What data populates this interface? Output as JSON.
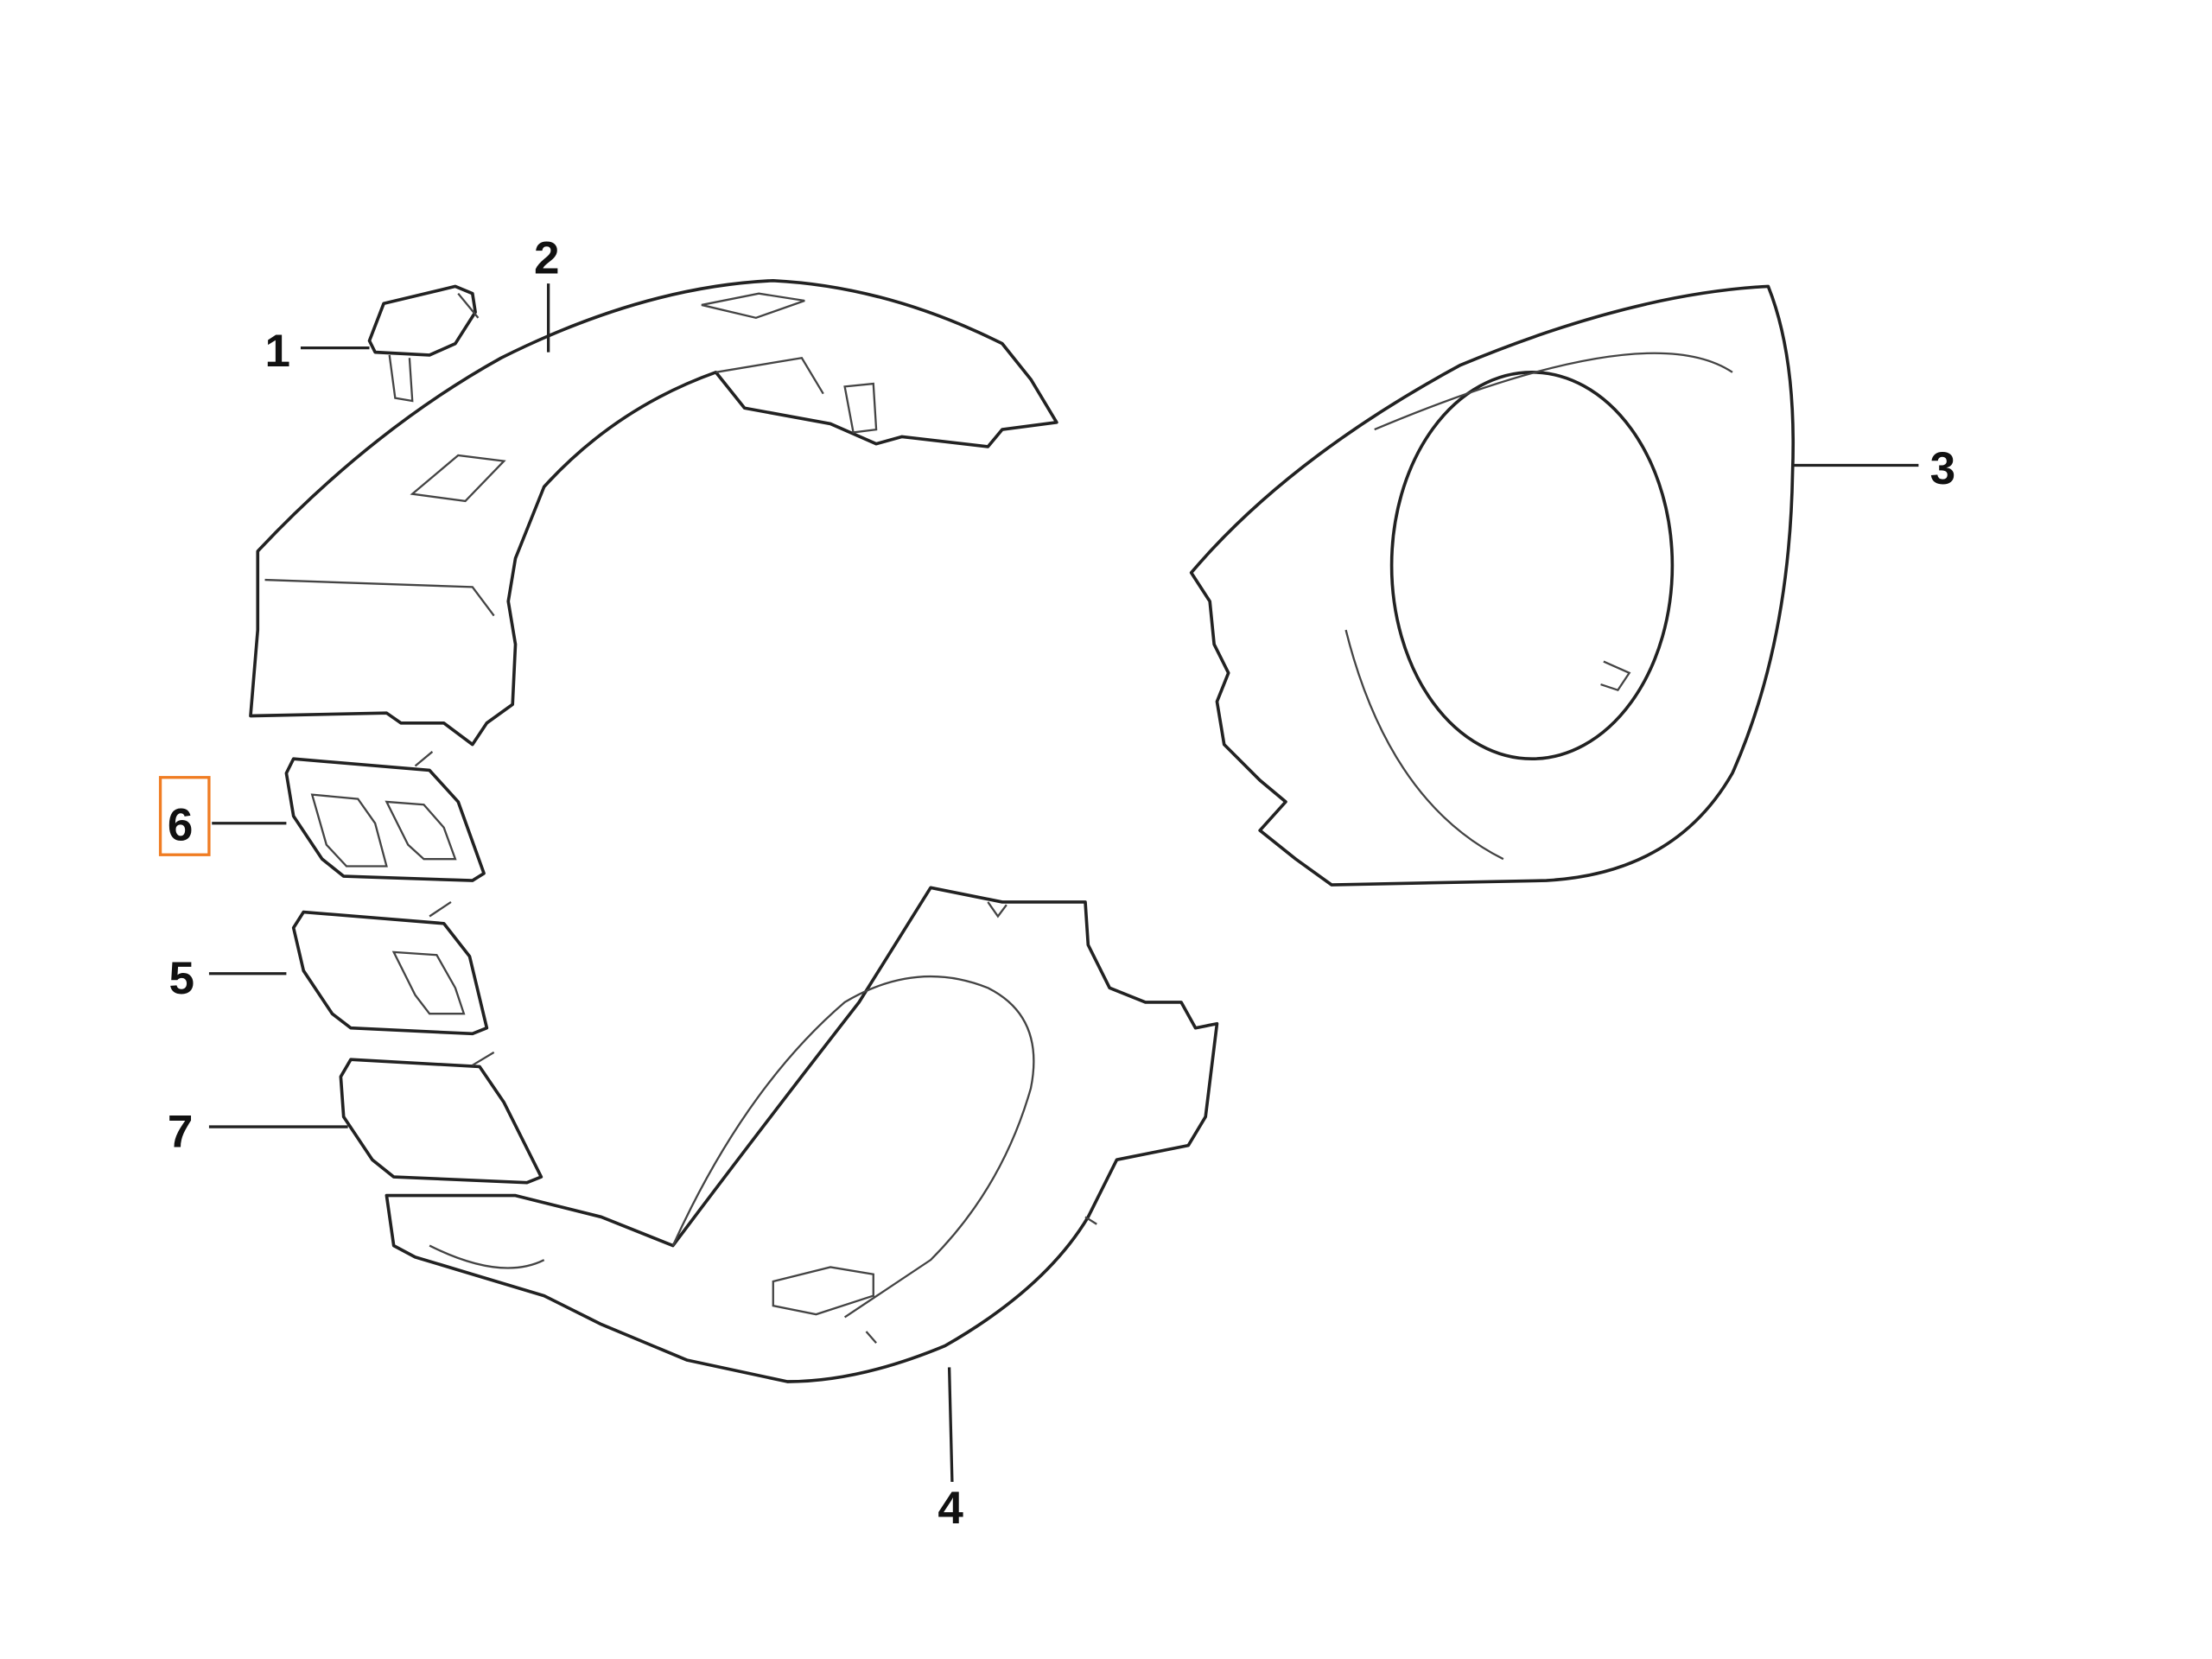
{
  "diagram": {
    "callouts": [
      {
        "id": "1",
        "label": "1",
        "part": "cap"
      },
      {
        "id": "2",
        "label": "2",
        "part": "upper-column-trim"
      },
      {
        "id": "3",
        "label": "3",
        "part": "instrument-cluster-shroud"
      },
      {
        "id": "4",
        "label": "4",
        "part": "lower-column-trim"
      },
      {
        "id": "5",
        "label": "5",
        "part": "single-opening-switch-cover"
      },
      {
        "id": "6",
        "label": "6",
        "part": "double-opening-switch-cover",
        "highlighted": true
      },
      {
        "id": "7",
        "label": "7",
        "part": "blank-cover"
      }
    ],
    "highlight_color": "#f07c22"
  }
}
